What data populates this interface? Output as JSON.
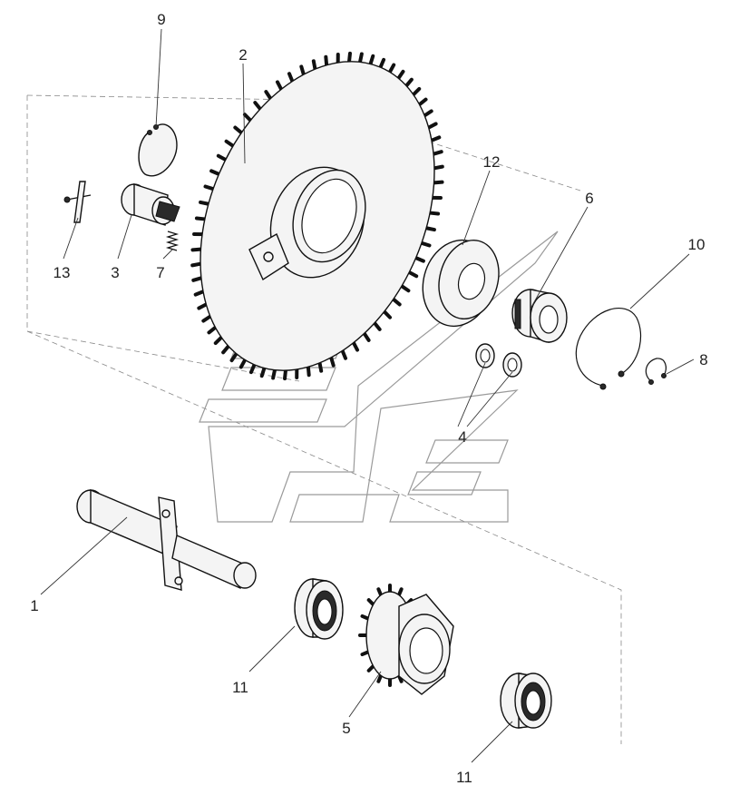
{
  "diagram": {
    "callouts": [
      {
        "id": "c1",
        "label": "1"
      },
      {
        "id": "c2",
        "label": "2"
      },
      {
        "id": "c3",
        "label": "3"
      },
      {
        "id": "c4",
        "label": "4"
      },
      {
        "id": "c5",
        "label": "5"
      },
      {
        "id": "c6",
        "label": "6"
      },
      {
        "id": "c7",
        "label": "7"
      },
      {
        "id": "c8",
        "label": "8"
      },
      {
        "id": "c9",
        "label": "9"
      },
      {
        "id": "c10",
        "label": "10"
      },
      {
        "id": "c11a",
        "label": "11"
      },
      {
        "id": "c11b",
        "label": "11"
      },
      {
        "id": "c12",
        "label": "12"
      },
      {
        "id": "c13",
        "label": "13"
      }
    ]
  }
}
